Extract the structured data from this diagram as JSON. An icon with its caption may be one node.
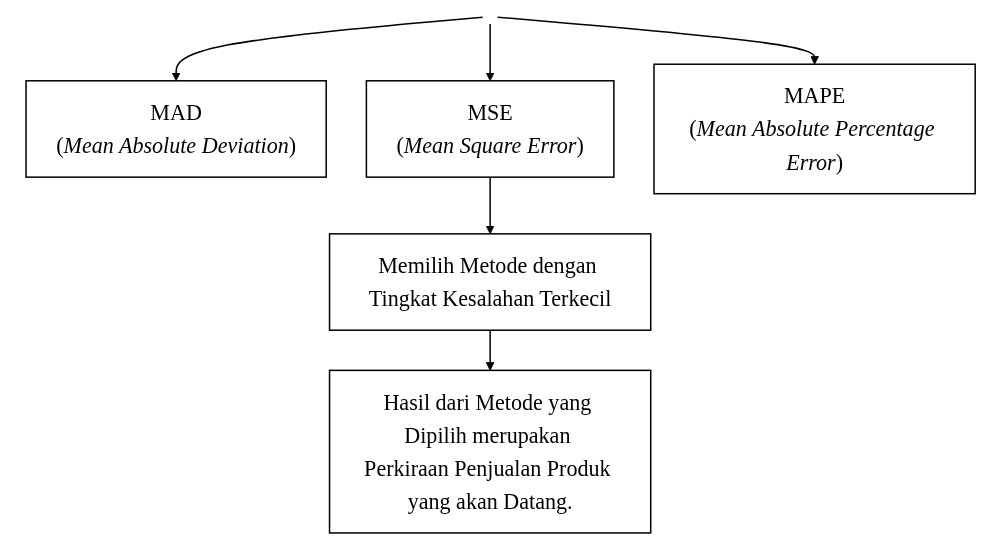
{
  "diagram": {
    "nodes": [
      {
        "text": [
          "MAD",
          "(*Mean Absolute Deviation*)"
        ]
      },
      {
        "text": [
          "MSE",
          "(*Mean Square Error*)"
        ]
      },
      {
        "text": [
          "MAPE",
          "(*Mean Absolute Percentage Error*)"
        ]
      },
      {
        "text": [
          "Memilih Metode dengan Tingkat Kesalahan Terkecil"
        ]
      },
      {
        "text": [
          "Hasil dari Metode yang Dipilih merupakan Perkiraan Penjualan Produk yang akan Datang."
        ]
      }
    ],
    "edges": [
      {
        "from": null,
        "to": 0,
        "arrow": "to"
      },
      {
        "from": null,
        "to": 1,
        "arrow": "to"
      },
      {
        "from": null,
        "to": 2,
        "arrow": "to"
      },
      {
        "from": 1,
        "to": 3,
        "arrow": "to"
      },
      {
        "from": 3,
        "to": 4,
        "arrow": "to"
      }
    ]
  }
}
